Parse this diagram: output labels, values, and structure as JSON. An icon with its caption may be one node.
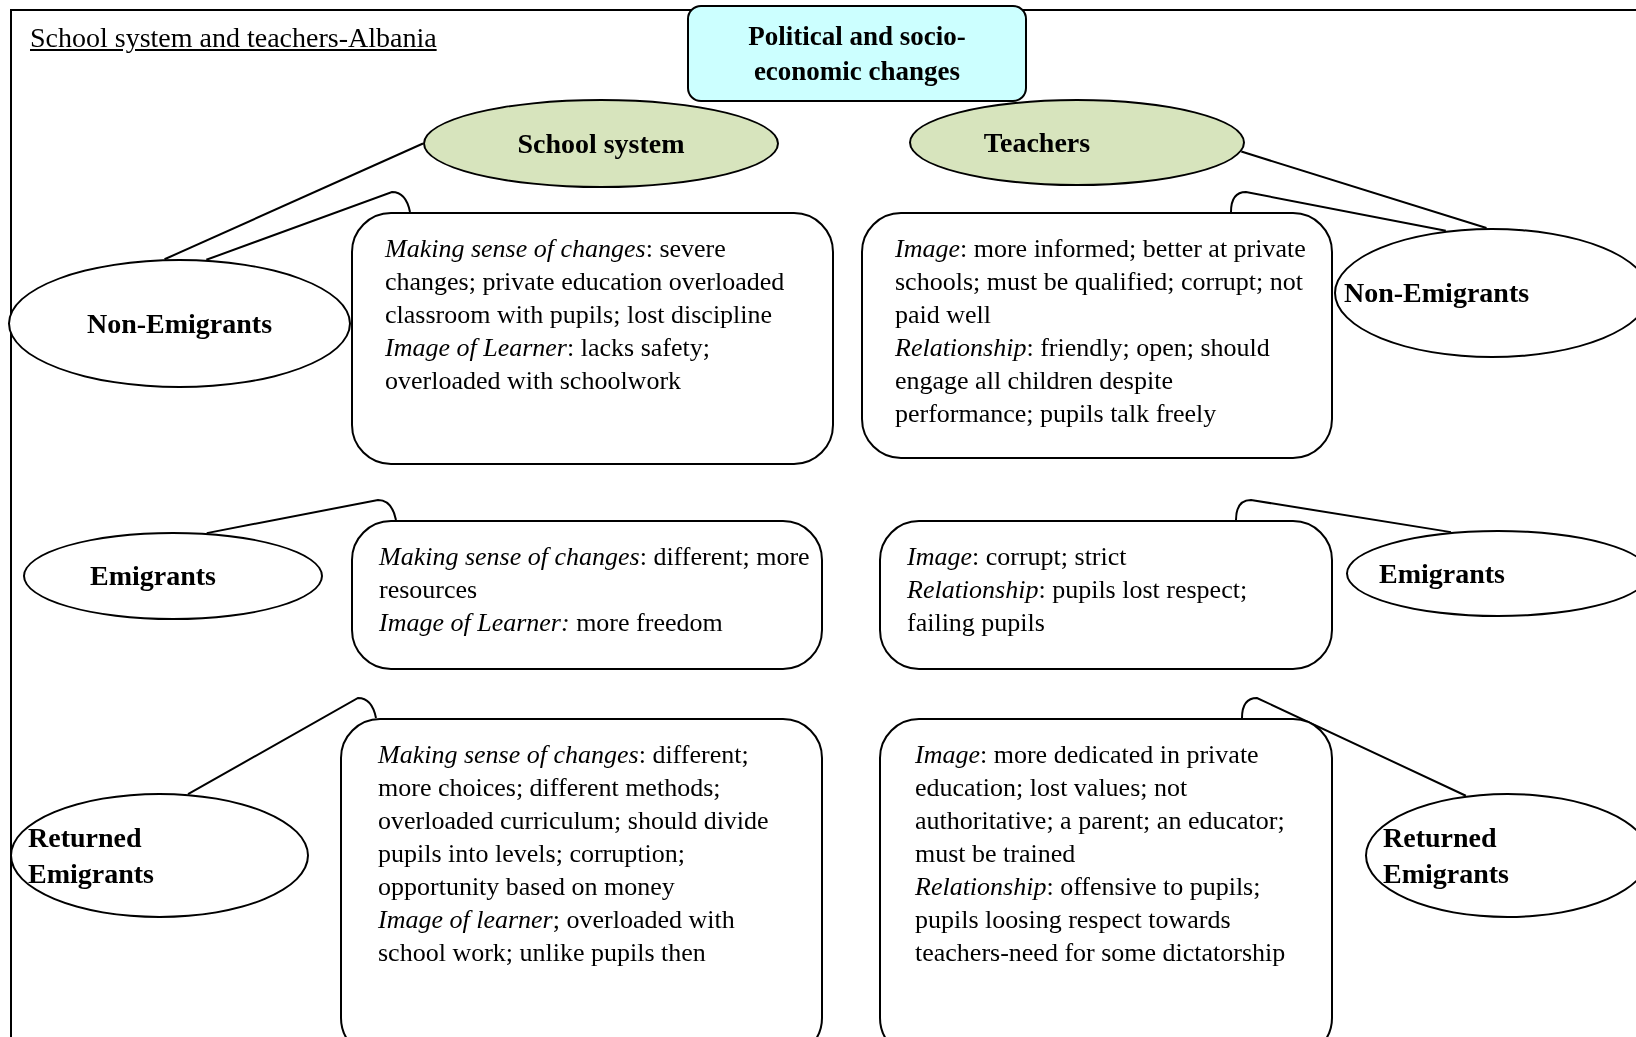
{
  "diagram": {
    "title": "School system and teachers-Albania",
    "nodes": [
      {
        "text": [
          "Political and socio-economic changes"
        ]
      },
      {
        "text": [
          "School system"
        ]
      },
      {
        "text": [
          "Teachers"
        ]
      },
      {
        "text": [
          "Non-Emigrants"
        ]
      },
      {
        "text": [
          "*Making sense of changes*: severe changes; private education overloaded classroom with pupils; lost discipline",
          "*Image of Learner*: lacks safety; overloaded with schoolwork"
        ]
      },
      {
        "text": [
          "*Image*: more informed; better at private schools; must be qualified; corrupt; not paid well",
          "*Relationship*: friendly; open; should engage all children despite performance; pupils talk freely"
        ]
      },
      {
        "text": [
          "Non-Emigrants"
        ]
      },
      {
        "text": [
          "Emigrants"
        ]
      },
      {
        "text": [
          "*Making sense of changes*: different; more resources",
          "*Image of Learner:* more freedom"
        ]
      },
      {
        "text": [
          "*Image*: corrupt; strict",
          "*Relationship*: pupils lost respect; failing pupils"
        ]
      },
      {
        "text": [
          "Emigrants"
        ]
      },
      {
        "text": [
          "Returned Emigrants"
        ]
      },
      {
        "text": [
          "*Making sense of changes*: different; more choices; different methods; overloaded curriculum; should divide pupils into levels; corruption; opportunity based on money",
          "*Image of learner*; overloaded with school work; unlike pupils then"
        ]
      },
      {
        "text": [
          "*Image*: more dedicated in private education; lost values; not authoritative; a parent; an educator; must be trained",
          "*Relationship*: offensive to pupils; pupils loosing respect towards teachers-need for some dictatorship"
        ]
      },
      {
        "text": [
          "Returned Emigrants"
        ]
      }
    ],
    "edges": [
      {
        "from": 1,
        "to": 3,
        "arrow": "none"
      },
      {
        "from": 2,
        "to": 6,
        "arrow": "none"
      },
      {
        "from": 4,
        "to": 3,
        "arrow": "none"
      },
      {
        "from": 5,
        "to": 6,
        "arrow": "none"
      },
      {
        "from": 8,
        "to": 7,
        "arrow": "none"
      },
      {
        "from": 9,
        "to": 10,
        "arrow": "none"
      },
      {
        "from": 12,
        "to": 11,
        "arrow": "none"
      },
      {
        "from": 13,
        "to": 14,
        "arrow": "none"
      }
    ]
  }
}
